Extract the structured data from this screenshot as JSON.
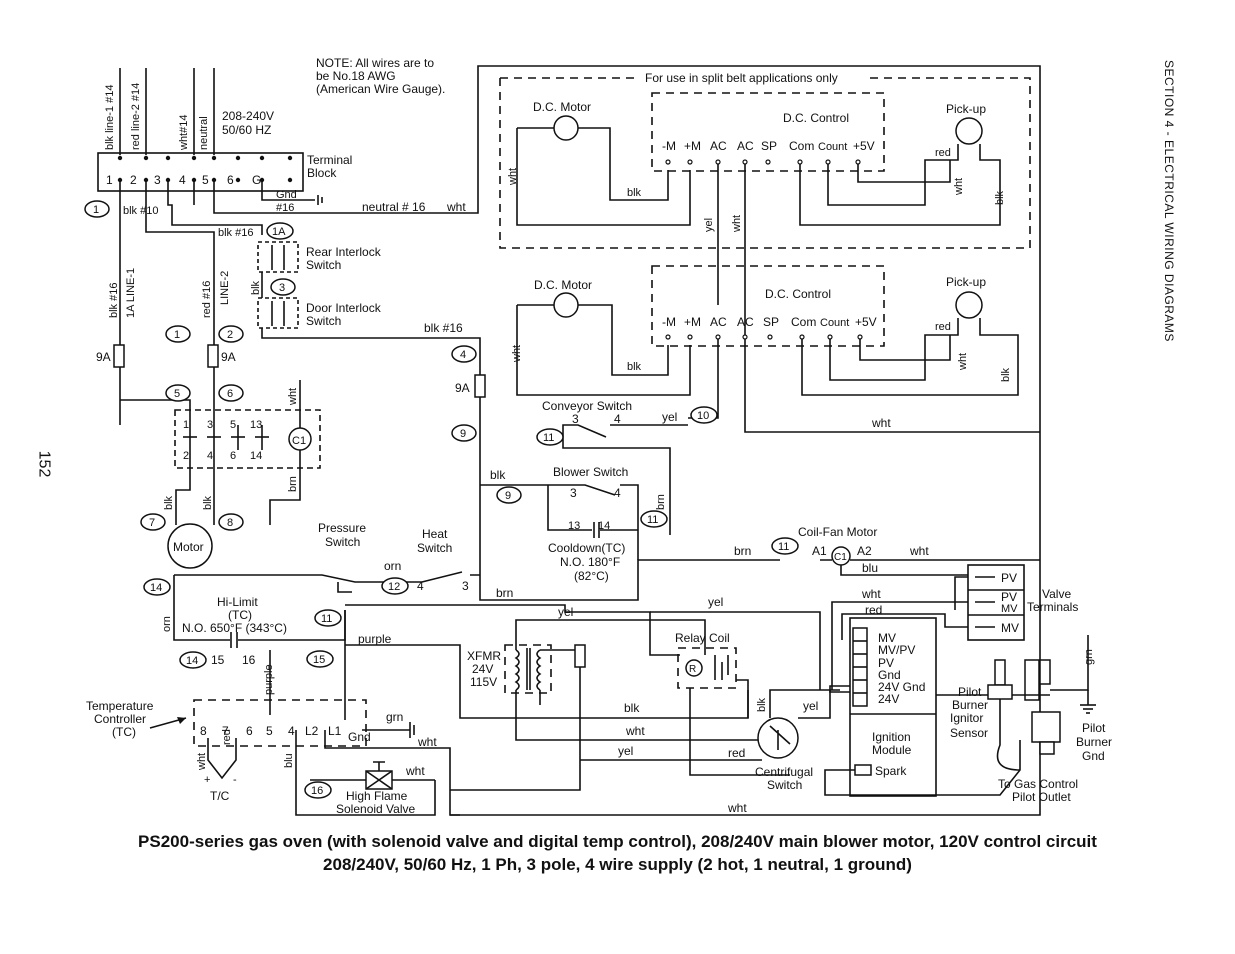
{
  "page": {
    "number": "152",
    "section_header": "SECTION 4 - ELECTRICAL WIRING DIAGRAMS",
    "caption_line1": "PS200-series gas oven (with solenoid valve and digital temp control), 208/240V main blower motor, 120V control circuit",
    "caption_line2": "208/240V, 50/60 Hz, 1 Ph, 3 pole, 4 wire supply (2 hot, 1 neutral, 1 ground)"
  },
  "note": {
    "line1": "NOTE: All wires are to",
    "line2": "be No.18 AWG",
    "line3": "(American Wire Gauge)."
  },
  "supply": {
    "wire1": "blk line-1 #14",
    "wire2": "red line-2 #14",
    "wire3": "wht#14",
    "wire4": "neutral",
    "voltage": "208-240V",
    "freq": "50/60 HZ",
    "terminal_block_1": "Terminal",
    "terminal_block_2": "Block",
    "terminals": [
      "1",
      "2",
      "3",
      "4",
      "5",
      "6",
      "G"
    ],
    "gnd": "Gnd",
    "gnd_wire": "#16",
    "neutral_wire": "neutral # 16",
    "neutral_color": "wht",
    "blk10": "blk #10",
    "line1_label": "blk #16",
    "line1_name": "1A  LINE-1",
    "line2_label": "red #16",
    "line2_name": "LINE-2",
    "blk16_a": "blk #16",
    "blk16_b": "blk #16"
  },
  "interlocks": {
    "rear_1": "Rear Interlock",
    "rear_2": "Switch",
    "door_1": "Door Interlock",
    "door_2": "Switch",
    "blk": "blk"
  },
  "contactor": {
    "top": [
      "1",
      "3",
      "5",
      "13"
    ],
    "bottom": [
      "2",
      "4",
      "6",
      "14"
    ],
    "coil": "C1",
    "coil_wire_top": "wht",
    "coil_wire_bottom": "brn",
    "motor_wire_1": "blk",
    "motor_wire_2": "blk",
    "motor": "Motor"
  },
  "fuses": {
    "f1": "9A",
    "f2": "9A",
    "f3": "9A"
  },
  "split_belt": {
    "title": "For use in split belt applications only",
    "dc_motor": "D.C. Motor",
    "dc_control": "D.C. Control",
    "pickup": "Pick-up",
    "terminals": [
      "-M",
      "+M",
      "AC",
      "AC",
      "SP"
    ],
    "com": "Com",
    "count": "Count",
    "plus5v": "+5V",
    "red": "red",
    "wht": "wht",
    "blk": "blk",
    "yel": "yel"
  },
  "lower_dc": {
    "dc_motor": "D.C. Motor",
    "dc_control": "D.C. Control",
    "pickup": "Pick-up",
    "terminals": [
      "-M",
      "+M",
      "AC",
      "AC",
      "SP"
    ],
    "com": "Com",
    "count": "Count",
    "plus5v": "+5V",
    "red": "red",
    "wht": "wht",
    "blk": "blk",
    "wht_bottom": "wht"
  },
  "switches": {
    "conveyor": "Conveyor Switch",
    "conveyor_t3": "3",
    "conveyor_t4": "4",
    "conveyor_yel": "yel",
    "blower": "Blower Switch",
    "blower_t3": "3",
    "blower_t4": "4",
    "blower_brn": "brn",
    "blk": "blk",
    "cooldown_13": "13",
    "cooldown_14": "14",
    "cooldown_1": "Cooldown(TC)",
    "cooldown_2": "N.O. 180°F",
    "cooldown_3": "(82°C)",
    "pressure_1": "Pressure",
    "pressure_2": "Switch",
    "heat_1": "Heat",
    "heat_2": "Switch",
    "orn": "orn",
    "heat_t4": "4",
    "heat_t3": "3",
    "brn": "brn"
  },
  "coil_fan": {
    "title": "Coil-Fan Motor",
    "a1": "A1",
    "a2": "A2",
    "coil": "C1",
    "brn": "brn",
    "wht": "wht",
    "blu": "blu"
  },
  "hilimit": {
    "l1": "Hi-Limit",
    "l2": "(TC)",
    "l3": "N.O. 650°F (343°C)",
    "orn": "orn",
    "t15": "15",
    "t16": "16",
    "purple": "purple",
    "purple_v": "purple"
  },
  "temp_controller": {
    "l1": "Temperature",
    "l2": "Controller",
    "l3": "(TC)",
    "terminals": [
      "8",
      "7",
      "6",
      "5",
      "4",
      "L2",
      "L1",
      "Gnd"
    ],
    "grn": "grn",
    "wht": "wht",
    "wht_v": "wht",
    "red_v": "red",
    "blu_v": "blu",
    "tc": "T/C",
    "plus": "+",
    "minus": "-"
  },
  "solenoid": {
    "l1": "High Flame",
    "l2": "Solenoid Valve",
    "wht": "wht"
  },
  "xfmr": {
    "l1": "XFMR",
    "l2": "24V",
    "l3": "115V"
  },
  "relay": {
    "title": "Relay Coil",
    "r": "R"
  },
  "ignition": {
    "terminals": [
      "MV",
      "MV/PV",
      "PV",
      "Gnd",
      "24V Gnd",
      "24V"
    ],
    "module_1": "Ignition",
    "module_2": "Module",
    "spark": "Spark"
  },
  "valve": {
    "pv": "PV",
    "pvmv_1": "PV",
    "pvmv_2": "MV",
    "mv": "MV",
    "title_1": "Valve",
    "title_2": "Terminals",
    "wht": "wht",
    "red": "red"
  },
  "pilot": {
    "pilot_1": "Pilot",
    "pilot_2": "Burner",
    "pilot_3": "Ignitor",
    "pilot_4": "Sensor",
    "gnd_1": "Pilot",
    "gnd_2": "Burner",
    "gnd_3": "Gnd",
    "gas_1": "To Gas Control",
    "gas_2": "Pilot Outlet",
    "grn": "grn"
  },
  "centrifugal": {
    "l1": "Centrifugal",
    "l2": "Switch",
    "yel": "yel",
    "blk": "blk"
  },
  "wires": {
    "yel_a": "yel",
    "yel_b": "yel",
    "blk_a": "blk",
    "wht_a": "wht",
    "yel_c": "yel",
    "red_a": "red",
    "wht_bottom": "wht"
  },
  "markers": {
    "m1": "1",
    "m1a": "1A",
    "m3": "3",
    "m1b": "1",
    "m2": "2",
    "m5": "5",
    "m6": "6",
    "m7": "7",
    "m8": "8",
    "m4": "4",
    "m9a": "9",
    "m9b": "9",
    "m10": "10",
    "m11a": "11",
    "m11b": "11",
    "m11c": "11",
    "m11d": "11",
    "m12": "12",
    "m14a": "14",
    "m14b": "14",
    "m15": "15",
    "m16": "16"
  }
}
